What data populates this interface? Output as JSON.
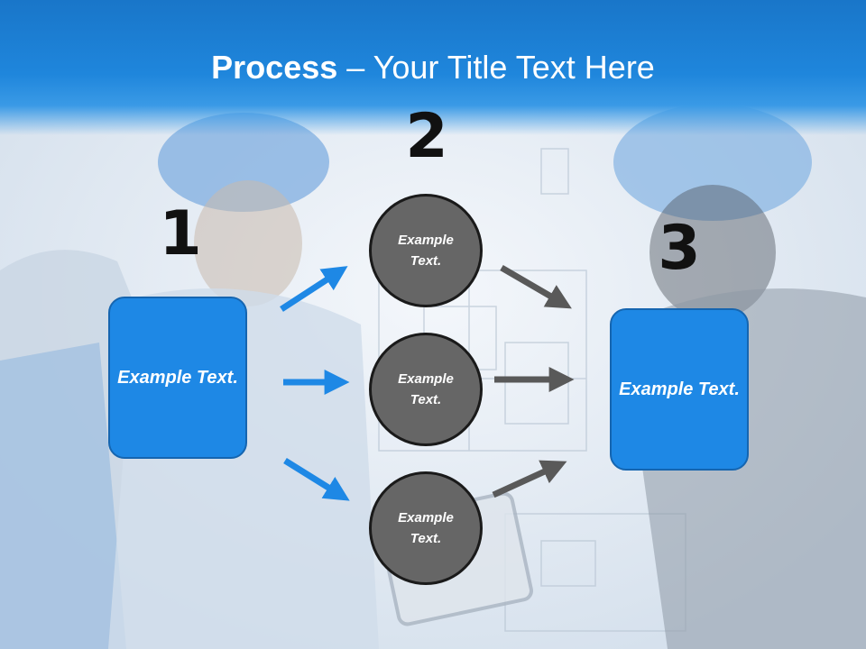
{
  "title": {
    "bold": "Process",
    "separator": " – ",
    "rest": "Your Title Text Here"
  },
  "steps": [
    {
      "number": "1",
      "box_text": "Example Text."
    },
    {
      "number": "2",
      "circles": [
        "Example Text.",
        "Example Text.",
        "Example Text."
      ]
    },
    {
      "number": "3",
      "box_text": "Example Text."
    }
  ],
  "colors": {
    "title_bar": "#1f86dc",
    "box_fill": "#1e88e5",
    "box_border": "#1565b0",
    "circle_fill": "#666666",
    "circle_border": "#1a1a1a",
    "blue_arrow": "#1e88e5",
    "gray_arrow": "#595959"
  }
}
